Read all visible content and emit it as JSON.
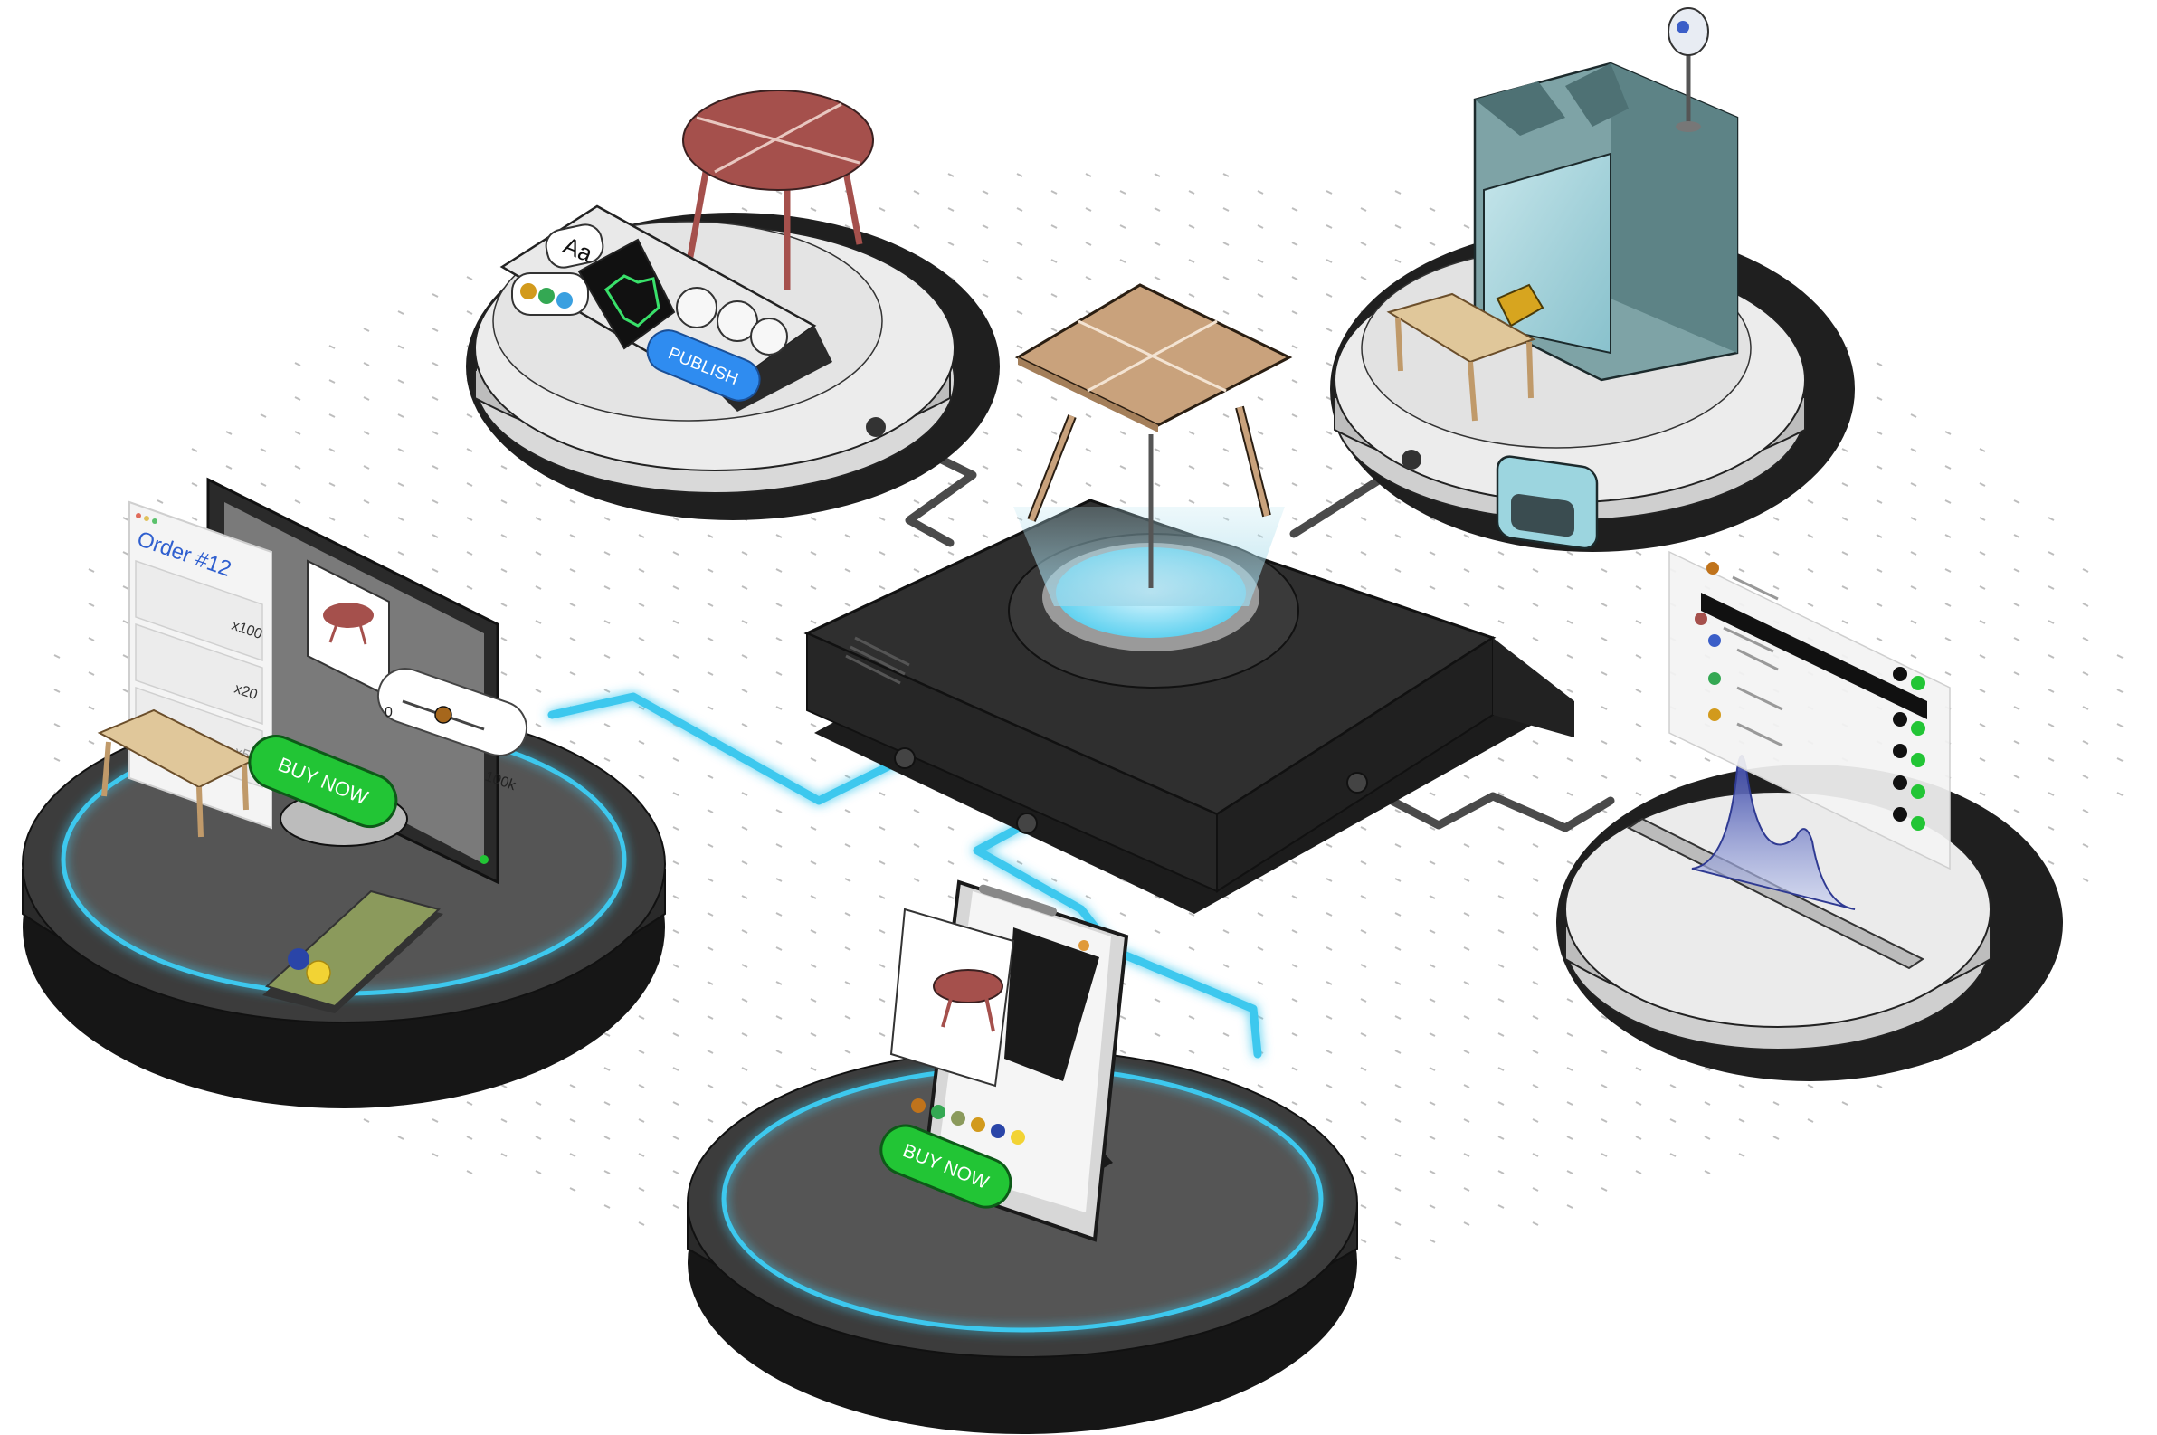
{
  "editor_panel": {
    "font_button_label": "Aa",
    "publish_button_label": "PUBLISH"
  },
  "web_store": {
    "order_title": "Order #12",
    "quantities": [
      "x100",
      "x20",
      "x50"
    ],
    "buy_button_label": "BUY NOW",
    "slider_min_label": "0",
    "slider_max_label": "100k"
  },
  "mobile_store": {
    "buy_button_label": "BUY NOW"
  },
  "accent_colors": {
    "connector_cyan": "#3cc8ee",
    "buy_green": "#22c535",
    "publish_blue": "#2f8cf0",
    "table_red": "#a5504c",
    "table_wood": "#c9a27c",
    "factory_teal": "#6f9497",
    "chart_purple": "#5b66b8"
  }
}
